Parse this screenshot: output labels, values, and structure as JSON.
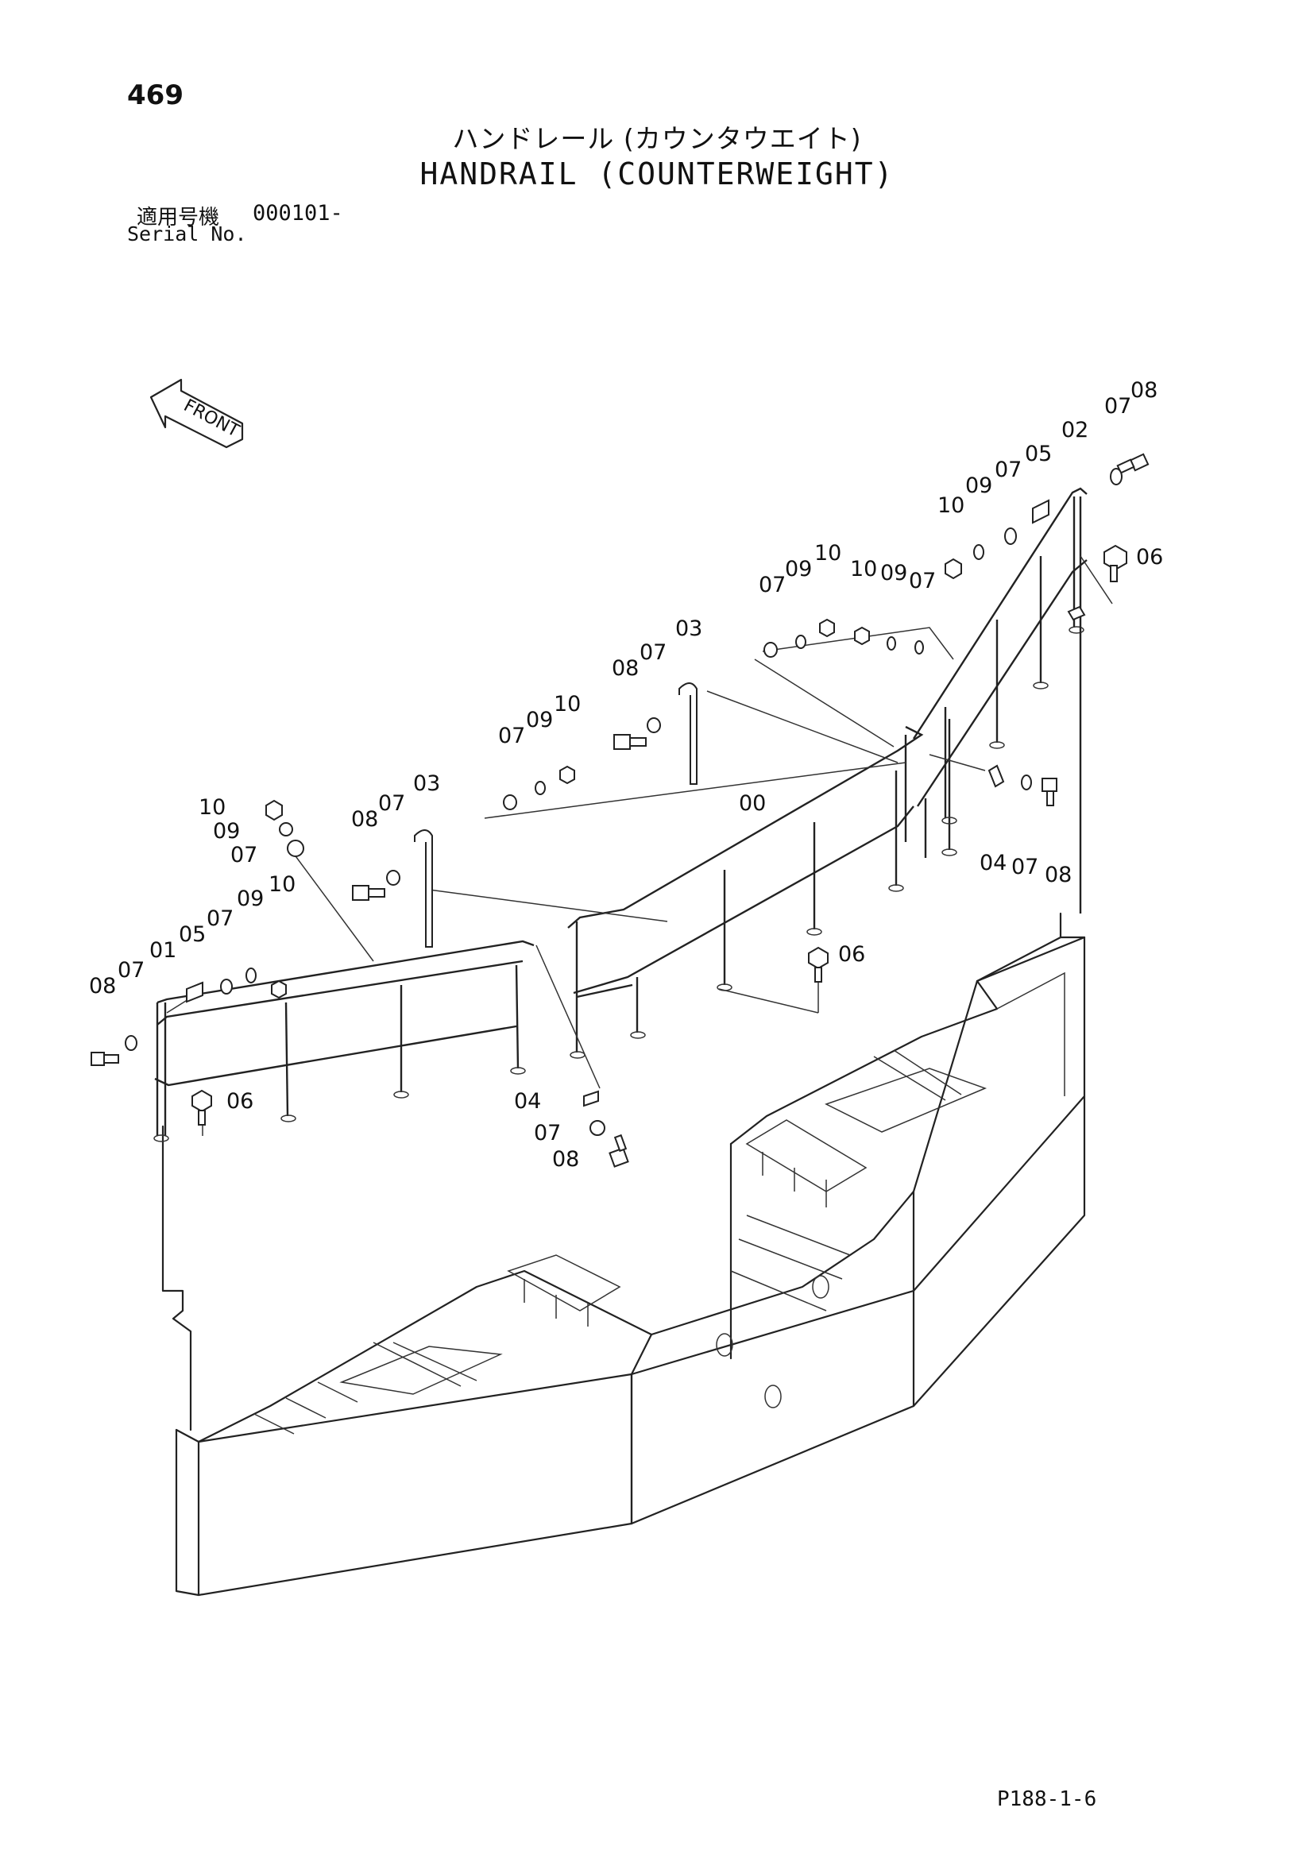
{
  "page_number": "469",
  "title_jp": "ハンドレール (カウンタウエイト)",
  "title_en": "HANDRAIL (COUNTERWEIGHT)",
  "serial": {
    "label_jp": "適用号機",
    "number": "000101-",
    "label_en": "Serial No."
  },
  "front_label": "FRONT",
  "reference": "P188-1-6",
  "callouts": {
    "top_right": [
      "08",
      "07",
      "02",
      "05",
      "07",
      "09",
      "10",
      "06"
    ],
    "top_middle": [
      "07",
      "09",
      "10",
      "10",
      "09",
      "07",
      "03",
      "07",
      "08",
      "07",
      "09",
      "10"
    ],
    "right_mid": [
      "06",
      "04",
      "07",
      "08",
      "00"
    ],
    "left_upper": [
      "10",
      "09",
      "07",
      "03",
      "07",
      "08"
    ],
    "left_rail": [
      "10",
      "09",
      "07",
      "05",
      "01",
      "07",
      "08",
      "06"
    ],
    "bottom_left": [
      "04",
      "07",
      "08"
    ]
  }
}
